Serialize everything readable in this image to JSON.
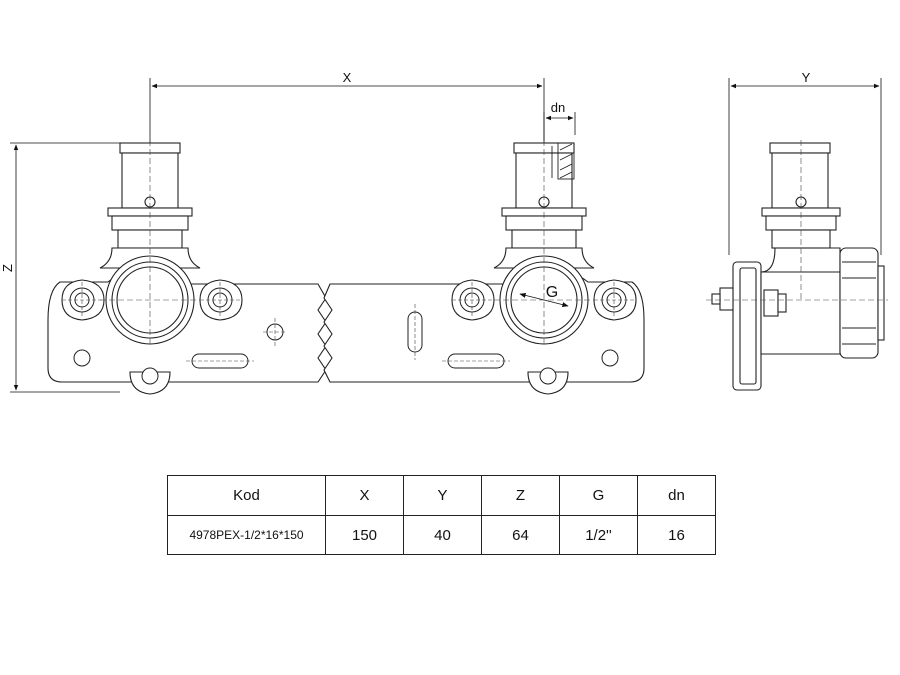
{
  "dimensions": {
    "x_label": "X",
    "y_label": "Y",
    "z_label": "Z",
    "dn_label": "dn",
    "g_label": "G"
  },
  "table": {
    "headers": [
      "Kod",
      "X",
      "Y",
      "Z",
      "G",
      "dn"
    ],
    "rows": [
      [
        "4978PEX-1/2*16*150",
        "150",
        "40",
        "64",
        "1/2''",
        "16"
      ]
    ]
  }
}
